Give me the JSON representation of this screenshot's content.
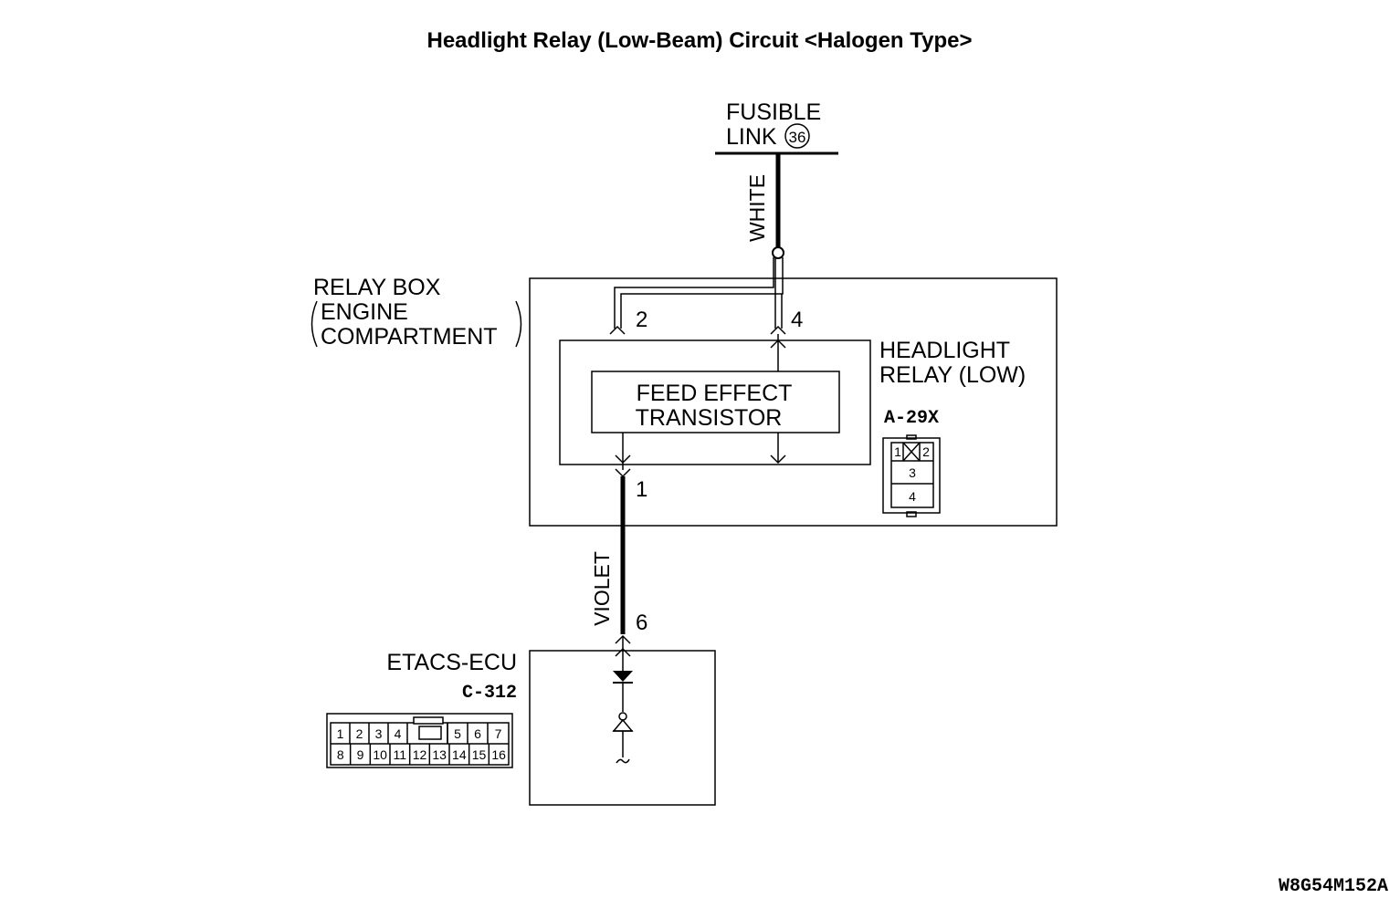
{
  "title": "Headlight Relay (Low-Beam) Circuit <Halogen Type>",
  "fusible_link": {
    "line1": "FUSIBLE",
    "line2": "LINK",
    "number": "36"
  },
  "wires": {
    "white": "WHITE",
    "violet": "VIOLET"
  },
  "relay_box": {
    "line1": "RELAY BOX",
    "line2": "ENGINE",
    "line3": "COMPARTMENT"
  },
  "headlight_relay": {
    "line1": "HEADLIGHT",
    "line2": "RELAY (LOW)",
    "connector": "A-29X",
    "connector_pins": [
      "1",
      "2",
      "3",
      "4"
    ]
  },
  "fet": {
    "line1": "FEED EFFECT",
    "line2": "TRANSISTOR"
  },
  "pins": {
    "p2": "2",
    "p4": "4",
    "p1": "1",
    "p6": "6"
  },
  "etacs": {
    "name": "ETACS-ECU",
    "connector": "C-312",
    "pins_top": [
      "1",
      "2",
      "3",
      "4",
      "5",
      "6",
      "7"
    ],
    "pins_bottom": [
      "8",
      "9",
      "10",
      "11",
      "12",
      "13",
      "14",
      "15",
      "16"
    ]
  },
  "figure_code": "W8G54M152A"
}
